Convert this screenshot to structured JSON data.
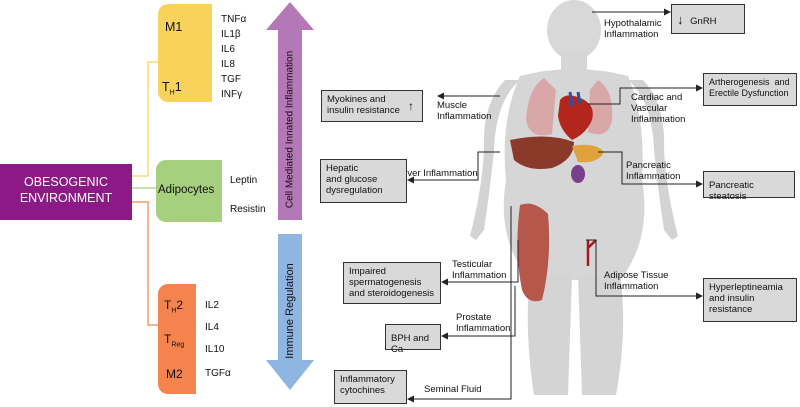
{
  "obesogenic": {
    "line1": "OBESOGENIC",
    "line2": "ENVIRONMENT"
  },
  "m1": {
    "label": "M1",
    "th1_base": "T",
    "th1_sub": "H",
    "th1_num": "1",
    "markers": [
      "TNFα",
      "IL1β",
      "IL6",
      "IL8",
      "TGF",
      "INFγ"
    ]
  },
  "adipocytes": {
    "label": "Adipocytes",
    "markers": [
      "Leptin",
      "Resistin"
    ]
  },
  "regulatory": {
    "th2_base": "T",
    "th2_sub": "H",
    "th2_num": "2",
    "treg_base": "T",
    "treg_sub": "Reg",
    "m2": "M2",
    "markers": [
      "IL2",
      "IL4",
      "IL10",
      "TGFα"
    ]
  },
  "arrows": {
    "up_label": "Cell Mediated Innated Inflammation",
    "down_label": "Immune Regulation"
  },
  "effects": {
    "hypothalamic": "Hypothalamic\nInflammation",
    "gnrh": "GnRH",
    "gnrh_arrow": "↓",
    "cardiac": "Cardiac and\nVascular\nInflammation",
    "artherogenesis": "Artherogenesis  and\nErectile Dysfunction",
    "muscle": "Muscle\nInflammation",
    "myokines": "Myokines and\ninsulin resistance",
    "myokines_arrow": "↑",
    "liver": "Liver Inflammation",
    "hepatic": "Hepatic\nand glucose\ndysregulation",
    "pancreatic": "Pancreatic\nInflammation",
    "steatosis": "Pancreatic steatosis",
    "testicular": "Testicular\nInflammation",
    "spermatogenesis": "Impaired\nspermatogenesis\nand steroidogenesis",
    "adipose": "Adipose Tissue\nInflammation",
    "hyperleptin": "Hyperleptineamia\nand insulin\nresistance",
    "prostate": "Prostate\nInflammation",
    "bph": "BPH and Ca",
    "seminal": "Seminal Fluid",
    "cytochines": "Inflammatory\ncytochines"
  },
  "colors": {
    "purple": "#8b1a87",
    "yellow": "#f9d25c",
    "green": "#a6cf7e",
    "orange": "#f4834e",
    "box_fill": "#d9d9d9",
    "arrow_up": "#b478b8",
    "arrow_down": "#8fb5e1"
  }
}
